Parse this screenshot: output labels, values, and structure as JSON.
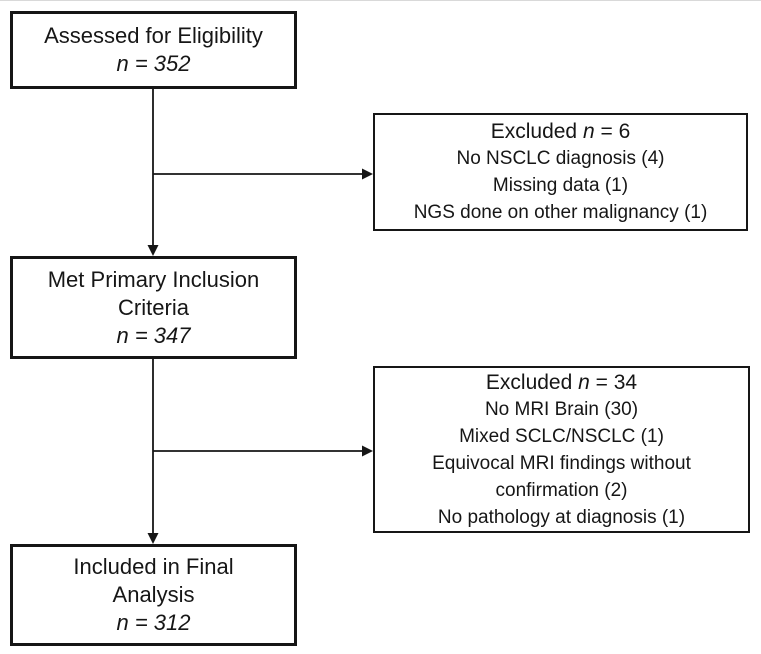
{
  "diagram": {
    "boxes": {
      "assessed": {
        "title": "Assessed for Eligibility",
        "n_line": "n = 352"
      },
      "inclusion": {
        "title": "Met Primary Inclusion Criteria",
        "n_line": "n = 347"
      },
      "final": {
        "title": "Included in Final Analysis",
        "n_line": "n = 312"
      },
      "excluded1": {
        "title_prefix": "Excluded ",
        "n_label": "n",
        "title_suffix": " = 6",
        "reasons": [
          "No NSCLC diagnosis (4)",
          "Missing data (1)",
          "NGS done on other malignancy (1)"
        ]
      },
      "excluded2": {
        "title_prefix": "Excluded ",
        "n_label": "n",
        "title_suffix": " = 34",
        "reasons": [
          "No MRI Brain (30)",
          "Mixed SCLC/NSCLC (1)",
          "Equivocal MRI findings without confirmation (2)",
          "No pathology at diagnosis (1)"
        ]
      }
    },
    "colors": {
      "line": "#161616",
      "text": "#161616",
      "background": "#ffffff"
    }
  }
}
